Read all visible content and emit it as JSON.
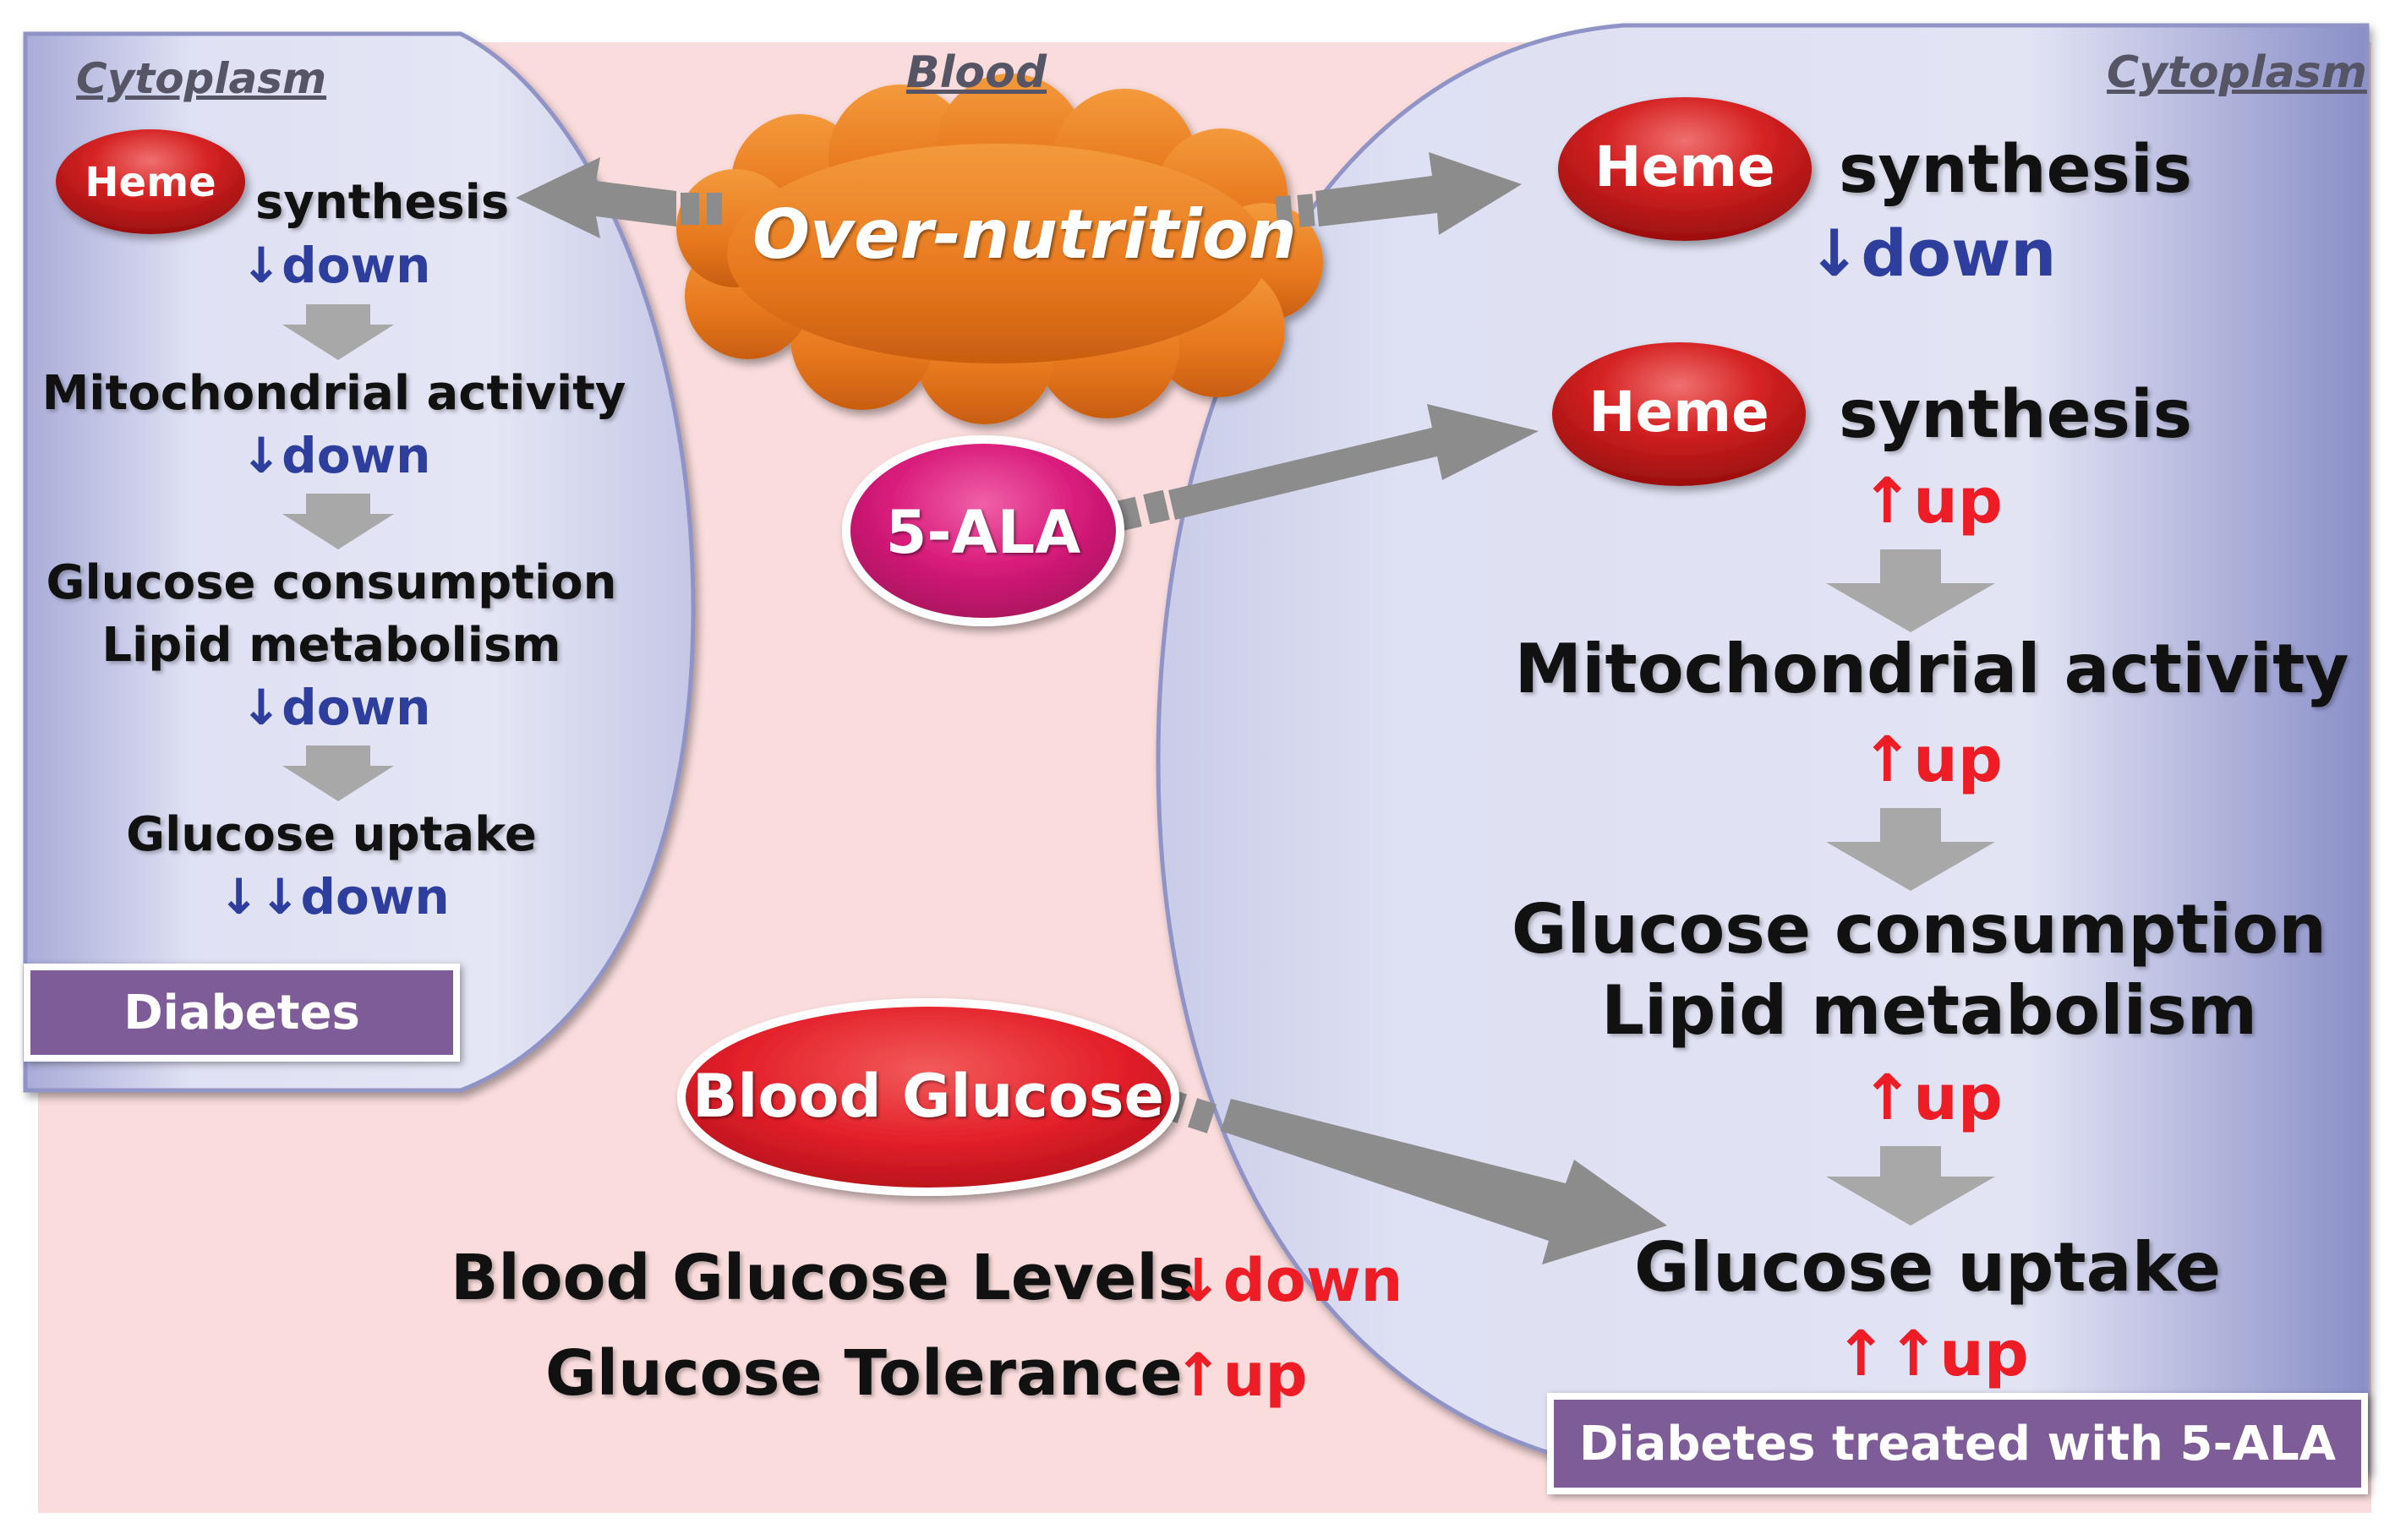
{
  "labels": {
    "cytoplasm_left": "Cytoplasm",
    "cytoplasm_right": "Cytoplasm",
    "blood": "Blood"
  },
  "center": {
    "over_nutrition": "Over-nutrition",
    "five_ala": "5-ALA",
    "blood_glucose": "Blood Glucose",
    "levels_text": "Blood Glucose Levels",
    "levels_change": "↓down",
    "tolerance_text": "Glucose Tolerance",
    "tolerance_change": "↑up"
  },
  "left": {
    "heme": "Heme",
    "synthesis": "synthesis",
    "synthesis_change": "↓down",
    "mito": "Mitochondrial activity",
    "mito_change": "↓down",
    "glucose_consumption": "Glucose consumption",
    "lipid": "Lipid metabolism",
    "consumption_change": "↓down",
    "uptake": "Glucose uptake",
    "uptake_change": "↓↓down",
    "badge": "Diabetes"
  },
  "right": {
    "heme_top": "Heme",
    "synthesis_top": "synthesis",
    "synthesis_top_change": "↓down",
    "heme_bottom": "Heme",
    "synthesis_bottom": "synthesis",
    "synthesis_bottom_change": "↑up",
    "mito": "Mitochondrial activity",
    "mito_change": "↑up",
    "glucose_consumption": "Glucose consumption",
    "lipid": "Lipid metabolism",
    "consumption_change": "↑up",
    "uptake": "Glucose uptake",
    "uptake_change": "↑↑up",
    "badge": "Diabetes treated with 5-ALA"
  },
  "colors": {
    "blood_bg": "#fadcdc",
    "cell_fill": "#dfe1f3",
    "cell_edge": "#8f93c6",
    "heme_red": "#d02020",
    "cloud_orange": "#e8781e",
    "ala_magenta": "#d81b7a",
    "glucose_red": "#e3202a",
    "arrow_gray": "#8c8c8c",
    "badge_purple": "#7d5c97",
    "down_blue": "#2e3e9c",
    "up_red": "#ee1c24"
  }
}
